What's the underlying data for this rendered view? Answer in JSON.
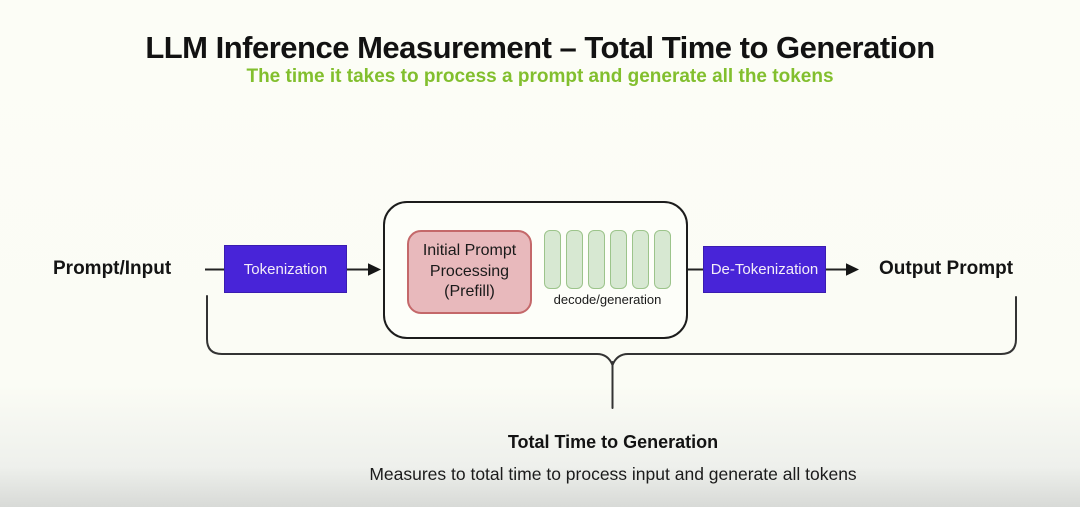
{
  "title": "LLM Inference Measurement – Total Time to Generation",
  "subtitle": "The time it takes to process a prompt and generate all the tokens",
  "flow": {
    "input_label": "Prompt/Input",
    "tokenization_label": "Tokenization",
    "prefill_label": "Initial Prompt Processing (Prefill)",
    "decode_label": "decode/generation",
    "token_count": 6,
    "detokenization_label": "De-Tokenization",
    "output_label": "Output Prompt"
  },
  "caption": {
    "heading": "Total Time to Generation",
    "description": "Measures to total time to process input and generate all tokens"
  },
  "colors": {
    "accent_green": "#82bf2e",
    "box_purple": "#4824d8",
    "box_purple_border": "#3a1cb0",
    "prefill_fill": "#e8b9bc",
    "prefill_border": "#c4686a",
    "token_fill": "#d7e8d2",
    "token_border": "#9cc48b",
    "line_color": "#2d2d2d"
  }
}
